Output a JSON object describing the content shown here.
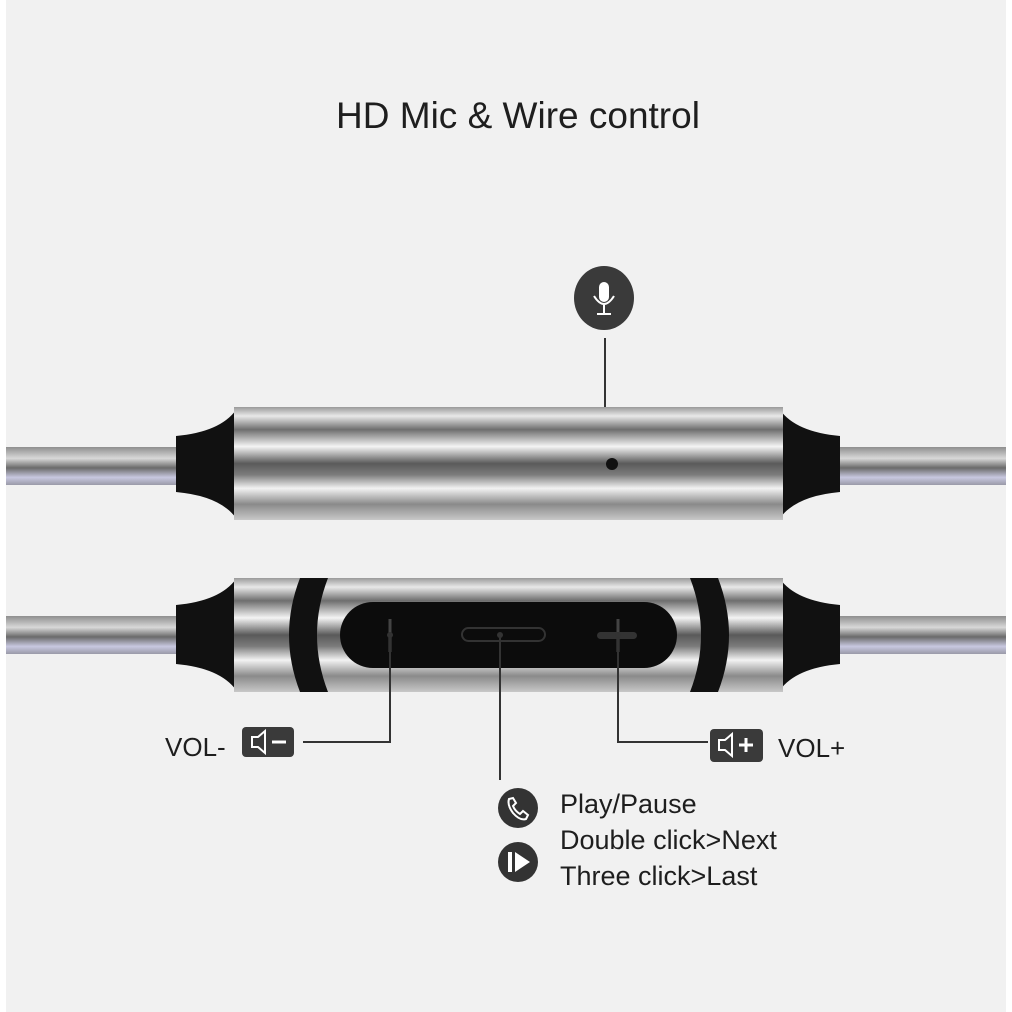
{
  "title": "HD Mic & Wire control",
  "mic": {
    "icon": "microphone-icon"
  },
  "controls": {
    "vol_down": {
      "label": "VOL-",
      "icon": "volume-down-icon"
    },
    "vol_up": {
      "label": "VOL+",
      "icon": "volume-up-icon"
    },
    "center": {
      "icons": [
        "phone-icon",
        "play-next-icon"
      ],
      "lines": [
        "Play/Pause",
        "Double click>Next",
        "Three click>Last"
      ]
    }
  },
  "colors": {
    "background": "#f1f1f1",
    "icon_dark": "#3a3a3a",
    "text": "#1e1e1e"
  }
}
